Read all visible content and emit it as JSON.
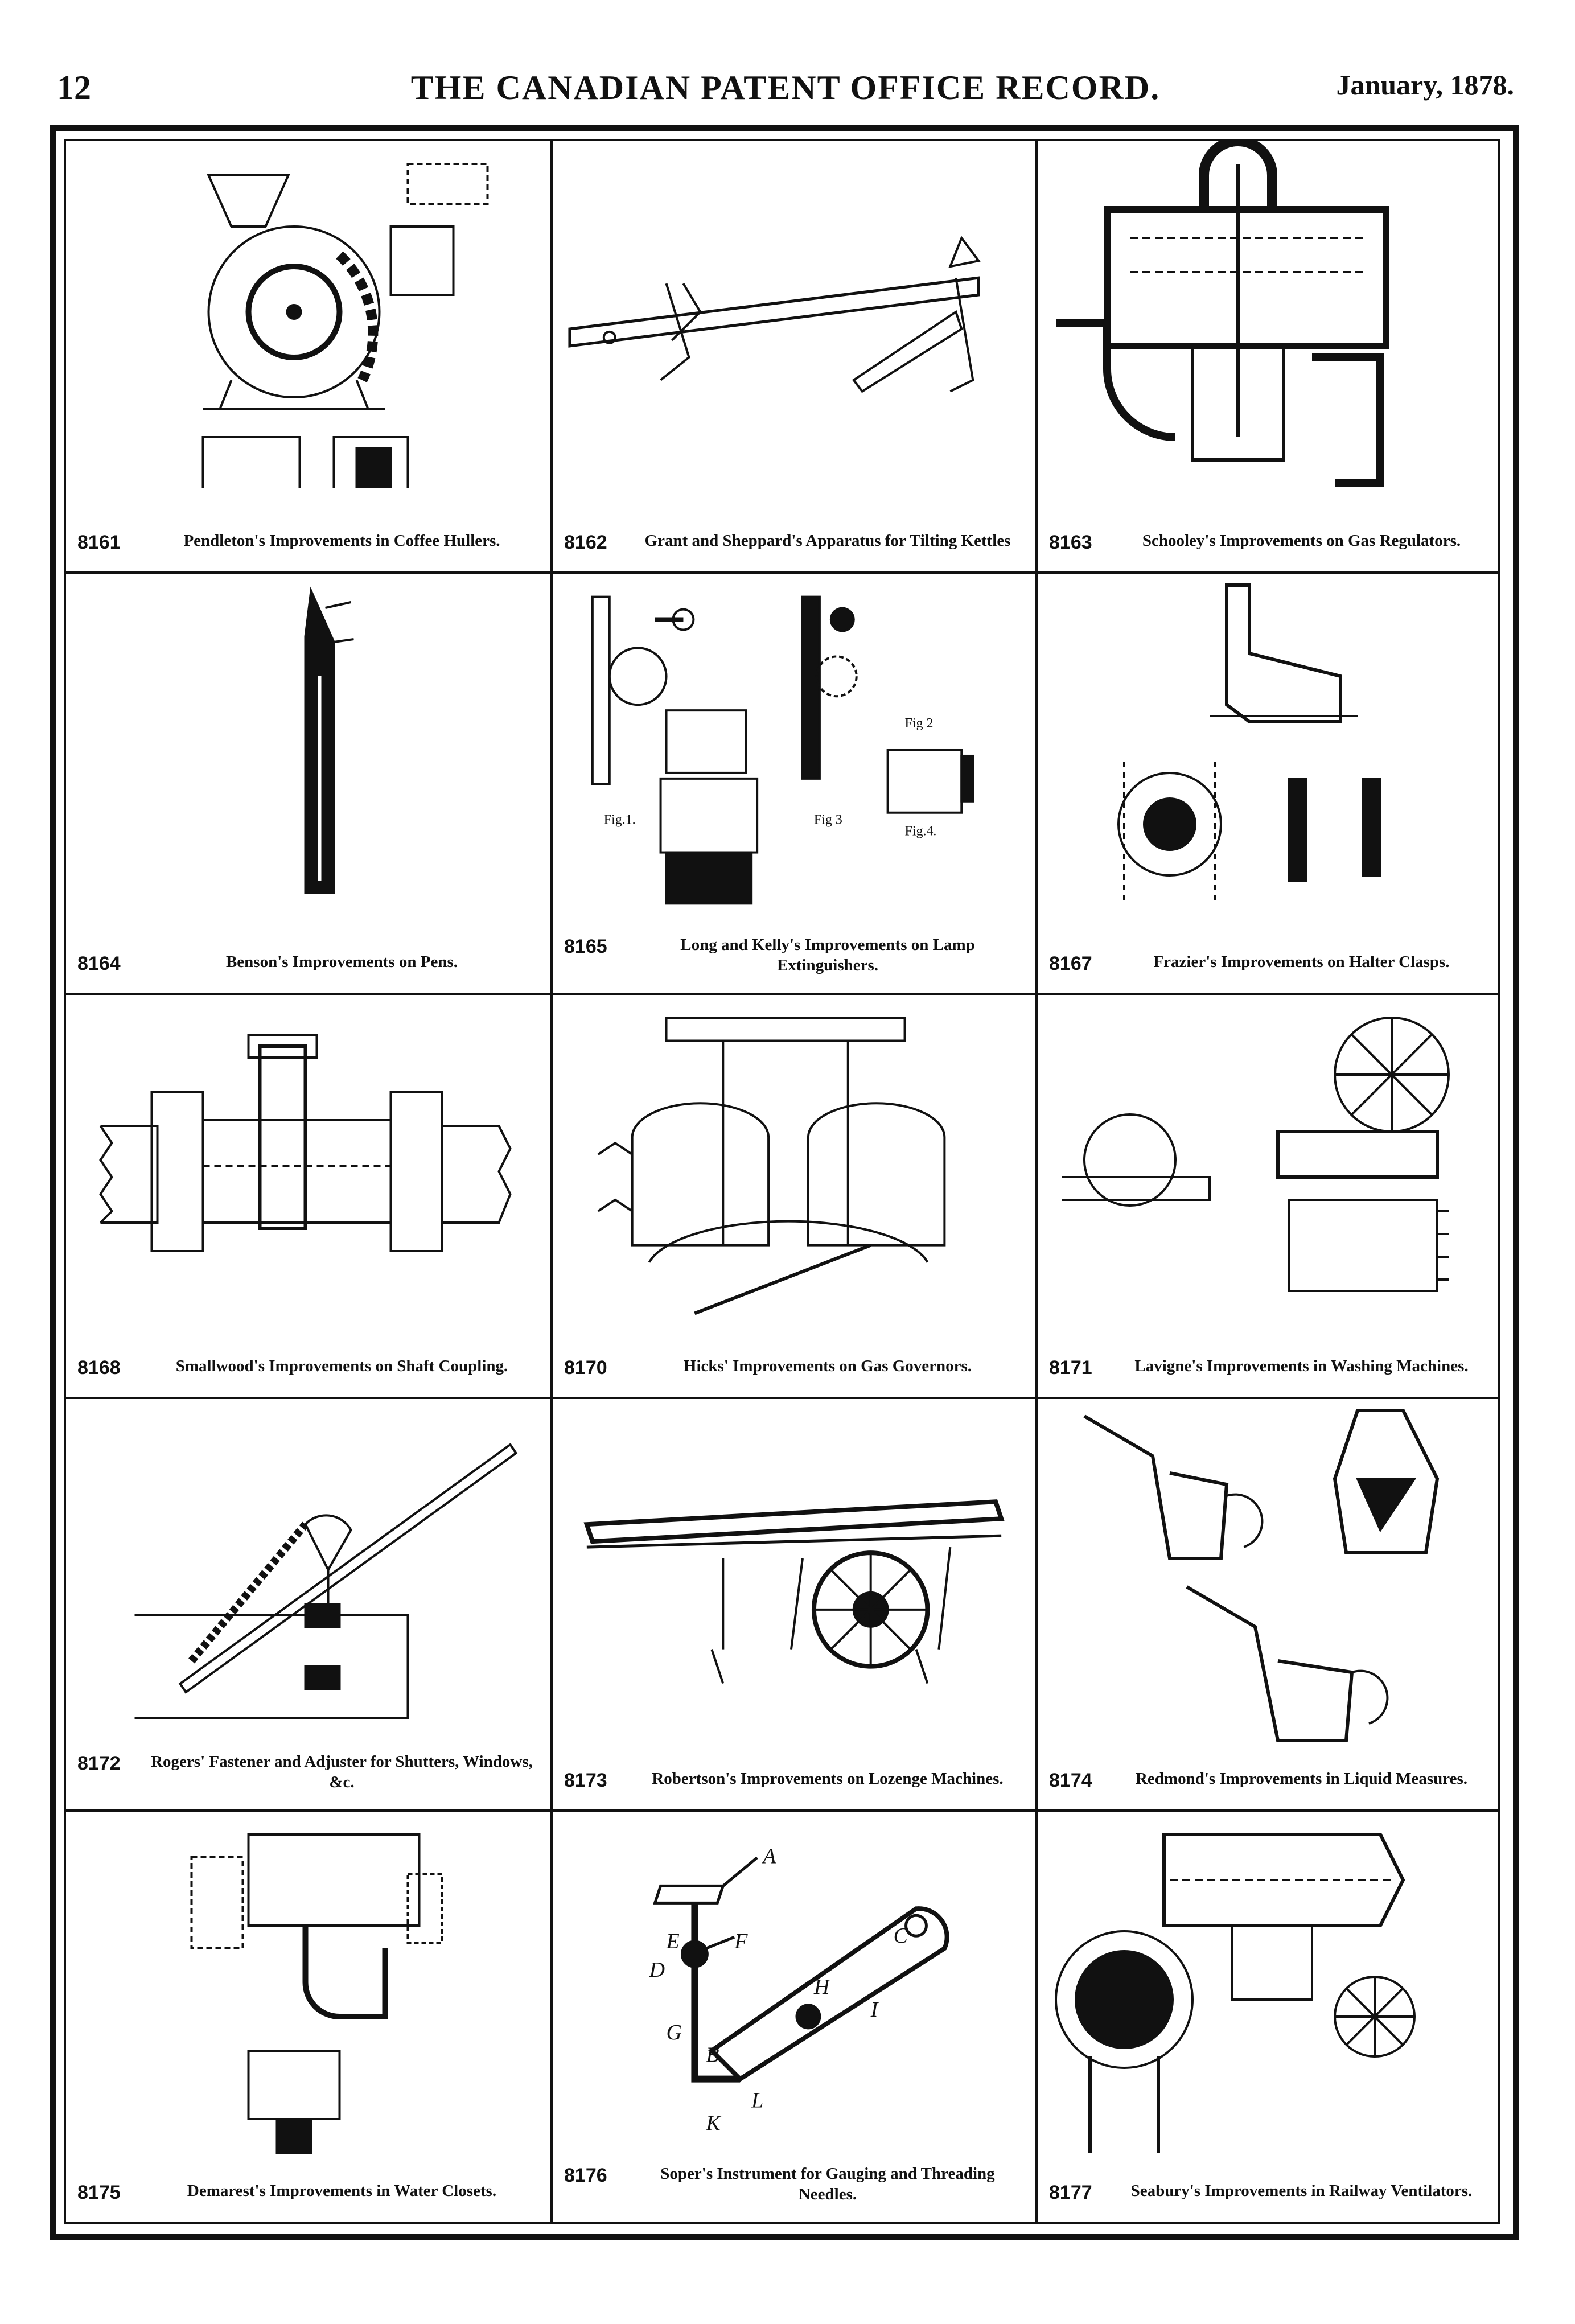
{
  "header": {
    "page_number": "12",
    "title": "THE CANADIAN PATENT OFFICE RECORD.",
    "date": "January, 1878."
  },
  "patents": [
    {
      "number": "8161",
      "title": "Pendleton's Improvements in Coffee Hullers."
    },
    {
      "number": "8162",
      "title": "Grant and Sheppard's Apparatus for Tilting Kettles"
    },
    {
      "number": "8163",
      "title": "Schooley's Improvements on Gas Regulators."
    },
    {
      "number": "8164",
      "title": "Benson's Improvements on Pens."
    },
    {
      "number": "8165",
      "title": "Long and Kelly's Improvements on Lamp Extinguishers."
    },
    {
      "number": "8167",
      "title": "Frazier's Improvements on Halter Clasps."
    },
    {
      "number": "8168",
      "title": "Smallwood's Improvements on Shaft Coupling."
    },
    {
      "number": "8170",
      "title": "Hicks' Improvements on Gas Governors."
    },
    {
      "number": "8171",
      "title": "Lavigne's Improvements in Washing Machines."
    },
    {
      "number": "8172",
      "title": "Rogers' Fastener and Adjuster for Shutters, Windows, &c."
    },
    {
      "number": "8173",
      "title": "Robertson's Improvements on Lozenge Machines."
    },
    {
      "number": "8174",
      "title": "Redmond's Improvements in Liquid Measures."
    },
    {
      "number": "8175",
      "title": "Demarest's Improvements in Water Closets."
    },
    {
      "number": "8176",
      "title": "Soper's Instrument for Gauging and Threading Needles."
    },
    {
      "number": "8177",
      "title": "Seabury's Improvements in Railway Ventilators."
    }
  ],
  "figure_labels": {
    "fig_2": "Fig 2",
    "fig_1": "Fig.1.",
    "fig_3": "Fig 3",
    "fig_4": "Fig.4.",
    "soper": [
      "A",
      "F",
      "E",
      "D",
      "B",
      "G",
      "H",
      "C",
      "I",
      "L",
      "K"
    ]
  }
}
